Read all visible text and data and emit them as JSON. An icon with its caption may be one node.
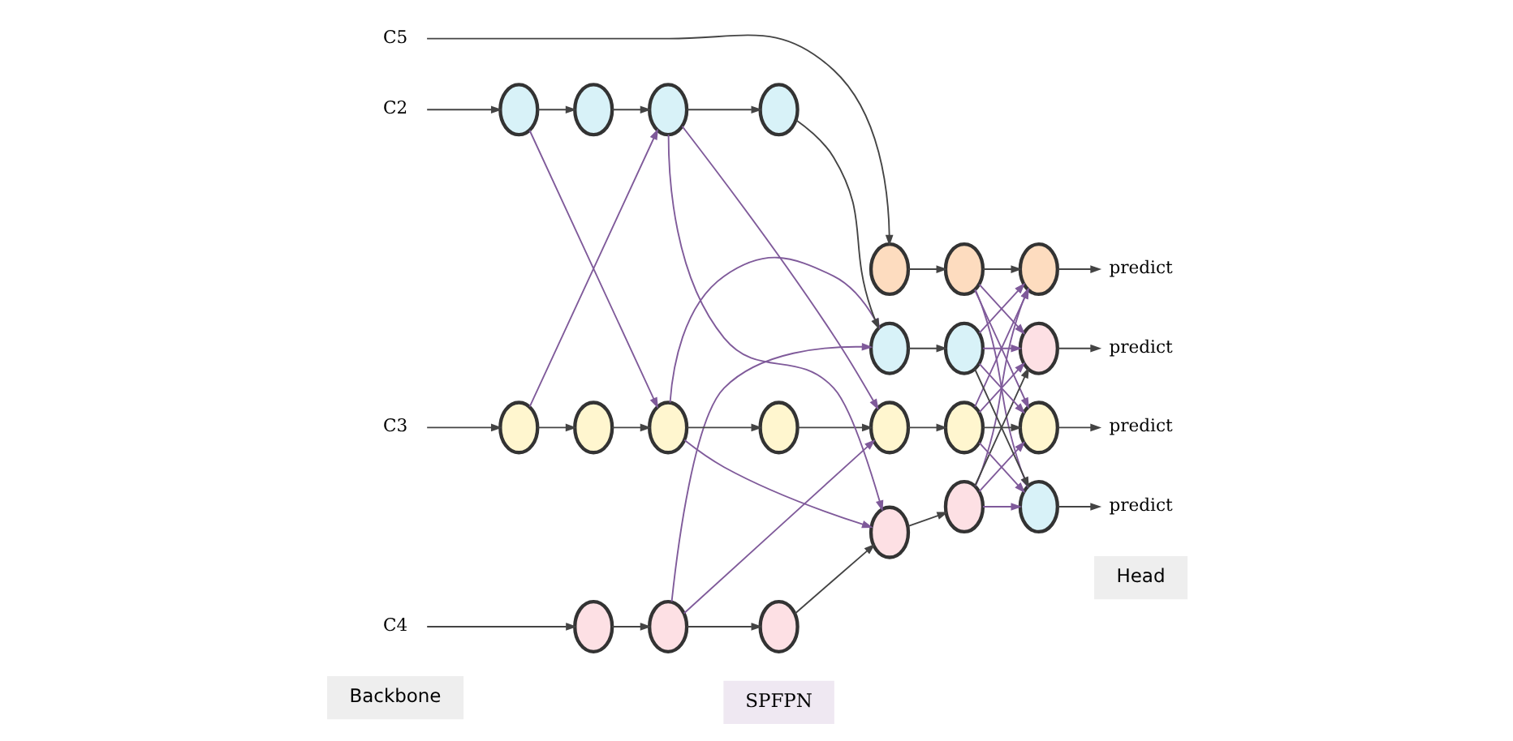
{
  "diagram": {
    "nodes": [
      {
        "text": [
          "Backbone"
        ]
      },
      {
        "text": [
          "SPFPN"
        ]
      },
      {
        "text": [
          "Head"
        ]
      },
      {
        "text": [
          "C5"
        ]
      },
      {
        "text": [],
        "shape": "ellipse"
      },
      {
        "text": [],
        "shape": "ellipse"
      },
      {
        "text": [],
        "shape": "ellipse"
      },
      {
        "text": [
          "predict"
        ]
      },
      {
        "text": [
          "C4"
        ]
      },
      {
        "text": [],
        "shape": "ellipse"
      },
      {
        "text": [],
        "shape": "ellipse"
      },
      {
        "text": [],
        "shape": "ellipse"
      },
      {
        "text": [],
        "shape": "ellipse"
      },
      {
        "text": [],
        "shape": "ellipse"
      },
      {
        "text": [],
        "shape": "ellipse"
      },
      {
        "text": [
          "predict"
        ]
      },
      {
        "text": [
          "C3"
        ]
      },
      {
        "text": [],
        "shape": "ellipse"
      },
      {
        "text": [],
        "shape": "ellipse"
      },
      {
        "text": [],
        "shape": "ellipse"
      },
      {
        "text": [],
        "shape": "ellipse"
      },
      {
        "text": [],
        "shape": "ellipse"
      },
      {
        "text": [],
        "shape": "ellipse"
      },
      {
        "text": [],
        "shape": "ellipse"
      },
      {
        "text": [
          "predict"
        ]
      },
      {
        "text": [
          "C2"
        ]
      },
      {
        "text": [],
        "shape": "ellipse"
      },
      {
        "text": [],
        "shape": "ellipse"
      },
      {
        "text": [],
        "shape": "ellipse"
      },
      {
        "text": [],
        "shape": "ellipse"
      },
      {
        "text": [],
        "shape": "ellipse"
      },
      {
        "text": [],
        "shape": "ellipse"
      },
      {
        "text": [],
        "shape": "ellipse"
      },
      {
        "text": [
          "predict"
        ]
      }
    ],
    "edges": [
      {
        "from": 3,
        "to": 4,
        "arrow": "to"
      },
      {
        "from": 4,
        "to": 5,
        "arrow": "to"
      },
      {
        "from": 5,
        "to": 6,
        "arrow": "to"
      },
      {
        "from": 6,
        "to": 7,
        "arrow": "to"
      },
      {
        "from": 8,
        "to": 9,
        "arrow": "to"
      },
      {
        "from": 9,
        "to": 10,
        "arrow": "to"
      },
      {
        "from": 10,
        "to": 11,
        "arrow": "to"
      },
      {
        "from": 11,
        "to": 12,
        "arrow": "to"
      },
      {
        "from": 12,
        "to": 13,
        "arrow": "to"
      },
      {
        "from": 13,
        "to": 14,
        "arrow": "to"
      },
      {
        "from": 14,
        "to": 15,
        "arrow": "to"
      },
      {
        "from": 16,
        "to": 17,
        "arrow": "to"
      },
      {
        "from": 17,
        "to": 18,
        "arrow": "to"
      },
      {
        "from": 18,
        "to": 19,
        "arrow": "to"
      },
      {
        "from": 19,
        "to": 20,
        "arrow": "to"
      },
      {
        "from": 20,
        "to": 21,
        "arrow": "to"
      },
      {
        "from": 21,
        "to": 22,
        "arrow": "to"
      },
      {
        "from": 22,
        "to": 23,
        "arrow": "to"
      },
      {
        "from": 23,
        "to": 24,
        "arrow": "to"
      },
      {
        "from": 25,
        "to": 26,
        "arrow": "to"
      },
      {
        "from": 26,
        "to": 27,
        "arrow": "to"
      },
      {
        "from": 27,
        "to": 28,
        "arrow": "to"
      },
      {
        "from": 28,
        "to": 29,
        "arrow": "to"
      },
      {
        "from": 29,
        "to": 30,
        "arrow": "to"
      },
      {
        "from": 30,
        "to": 31,
        "arrow": "to"
      },
      {
        "from": 31,
        "to": 32,
        "arrow": "to"
      },
      {
        "from": 32,
        "to": 33,
        "arrow": "to"
      },
      {
        "from": 17,
        "to": 28,
        "arrow": "to",
        "color": "#7f5a9a"
      },
      {
        "from": 26,
        "to": 19,
        "arrow": "to",
        "color": "#7f5a9a"
      },
      {
        "from": 10,
        "to": 21,
        "arrow": "to",
        "color": "#7f5a9a"
      },
      {
        "from": 10,
        "to": 30,
        "arrow": "to",
        "color": "#7f5a9a"
      },
      {
        "from": 19,
        "to": 12,
        "arrow": "to",
        "color": "#7f5a9a"
      },
      {
        "from": 19,
        "to": 30,
        "arrow": "to",
        "color": "#7f5a9a"
      },
      {
        "from": 28,
        "to": 12,
        "arrow": "to",
        "color": "#7f5a9a"
      },
      {
        "from": 28,
        "to": 21,
        "arrow": "to",
        "color": "#7f5a9a"
      },
      {
        "from": 5,
        "to": 14,
        "arrow": "to",
        "color": "#7f5a9a"
      },
      {
        "from": 5,
        "to": 23,
        "arrow": "to",
        "color": "#7f5a9a"
      },
      {
        "from": 5,
        "to": 32,
        "arrow": "to",
        "color": "#7f5a9a"
      },
      {
        "from": 13,
        "to": 6,
        "arrow": "to",
        "color": "#7f5a9a"
      },
      {
        "from": 13,
        "to": 23,
        "arrow": "to",
        "color": "#7f5a9a"
      },
      {
        "from": 13,
        "to": 32,
        "arrow": "to",
        "color": "#7f5a9a"
      },
      {
        "from": 22,
        "to": 6,
        "arrow": "to",
        "color": "#7f5a9a"
      },
      {
        "from": 22,
        "to": 14,
        "arrow": "to",
        "color": "#7f5a9a"
      },
      {
        "from": 22,
        "to": 32,
        "arrow": "to",
        "color": "#7f5a9a"
      },
      {
        "from": 31,
        "to": 6,
        "arrow": "to",
        "color": "#7f5a9a"
      },
      {
        "from": 31,
        "to": 14,
        "arrow": "to",
        "color": "#7f5a9a"
      },
      {
        "from": 31,
        "to": 23,
        "arrow": "to",
        "color": "#7f5a9a"
      }
    ]
  }
}
